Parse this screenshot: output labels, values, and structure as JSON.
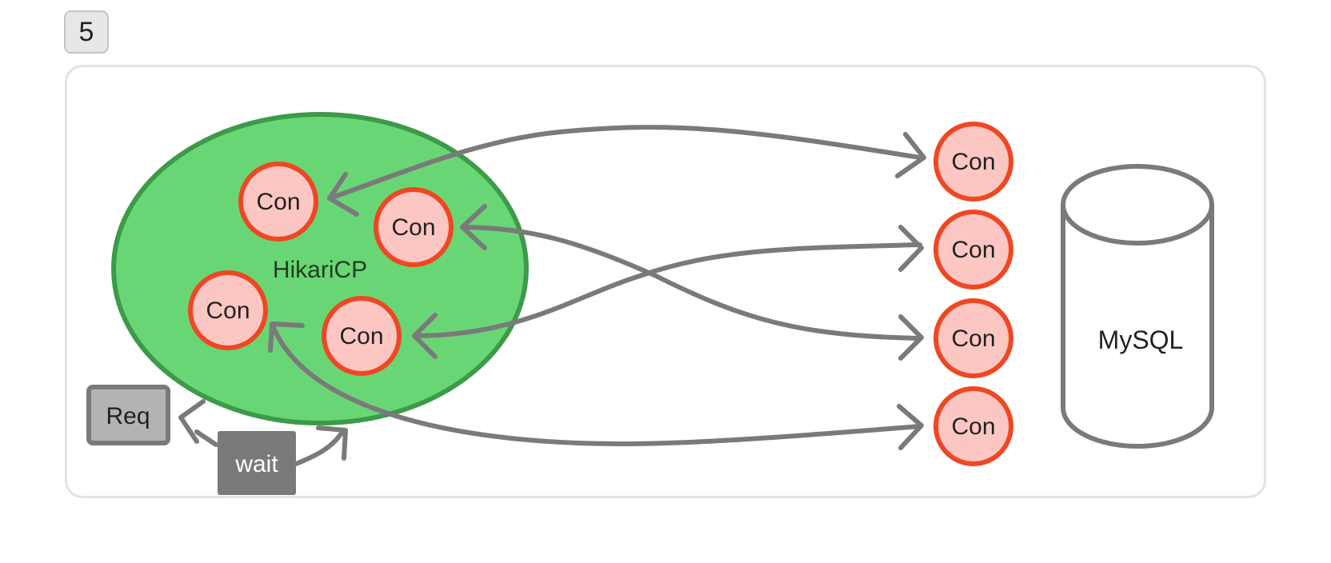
{
  "step": "5",
  "colors": {
    "pool_fill": "#69d675",
    "pool_stroke": "#3c9a48",
    "con_fill": "#fcc6c3",
    "con_stroke": "#ef4723",
    "arrow": "#7a7a7a",
    "req_fill": "#b3b3b3",
    "wait_fill": "#7a7a7a"
  },
  "pool": {
    "label": "HikariCP"
  },
  "pool_connections": [
    {
      "label": "Con"
    },
    {
      "label": "Con"
    },
    {
      "label": "Con"
    },
    {
      "label": "Con"
    }
  ],
  "db_connections": [
    {
      "label": "Con"
    },
    {
      "label": "Con"
    },
    {
      "label": "Con"
    },
    {
      "label": "Con"
    }
  ],
  "database": {
    "label": "MySQL",
    "icon": "database-cylinder-icon"
  },
  "request": {
    "label": "Req"
  },
  "wait": {
    "label": "wait"
  }
}
